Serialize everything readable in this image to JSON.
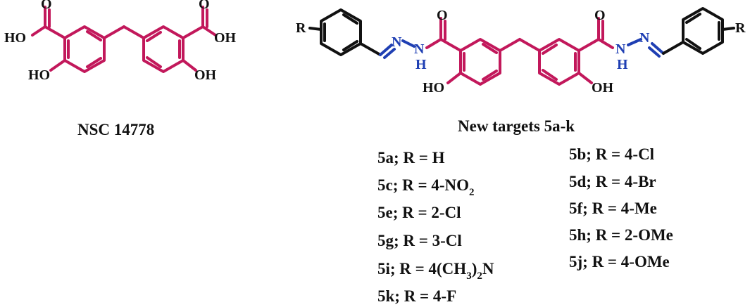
{
  "labels": {
    "compound1": "NSC 14778",
    "compound2": "New targets 5a-k"
  },
  "atoms": {
    "ho": "HO",
    "oh": "OH",
    "o": "O",
    "h": "H",
    "n": "N",
    "r": "R"
  },
  "substituents_left": [
    {
      "main": "5a; R = H",
      "sub": "",
      "tail": ""
    },
    {
      "main": "5c; R = 4-NO",
      "sub": "2",
      "tail": ""
    },
    {
      "main": "5e; R = 2-Cl",
      "sub": "",
      "tail": ""
    },
    {
      "main": "5g; R = 3-Cl",
      "sub": "",
      "tail": ""
    },
    {
      "main": "5i; R = 4(CH",
      "sub": "3",
      "tail": ")",
      "sub2": "2",
      "tail2": "N"
    },
    {
      "main": "5k; R = 4-F",
      "sub": "",
      "tail": ""
    }
  ],
  "substituents_right": [
    "5b; R = 4-Cl",
    "5d; R = 4-Br",
    "5f; R = 4-Me",
    "5h; R = 2-OMe",
    "5j; R = 4-OMe"
  ],
  "colors": {
    "scaffold": "#c2185b",
    "hydrazone": "#1f3fb3",
    "text": "#111111"
  }
}
